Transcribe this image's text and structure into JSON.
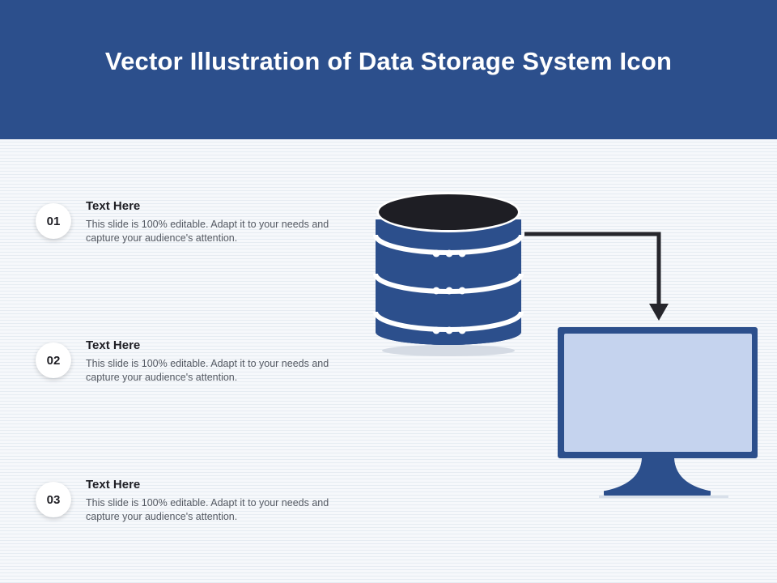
{
  "slide": {
    "title": "Vector Illustration of Data Storage System Icon"
  },
  "items": [
    {
      "number": "01",
      "title": "Text Here",
      "description": "This slide is 100% editable. Adapt it to your needs and capture your audience's attention."
    },
    {
      "number": "02",
      "title": "Text Here",
      "description": "This slide is 100% editable. Adapt it to your needs and capture your audience's attention."
    },
    {
      "number": "03",
      "title": "Text Here",
      "description": "This slide is 100% editable. Adapt it to your needs and capture your audience's attention."
    }
  ],
  "illustration": {
    "database_icon": "database-icon",
    "monitor_icon": "monitor-icon",
    "arrow_icon": "arrow-connector-icon",
    "colors": {
      "header": "#2c4f8c",
      "db_body": "#2c4f8c",
      "db_top": "#1e1e24",
      "arrow": "#26262c",
      "monitor_frame": "#2c4f8c",
      "monitor_screen": "#c5d3ee"
    }
  }
}
